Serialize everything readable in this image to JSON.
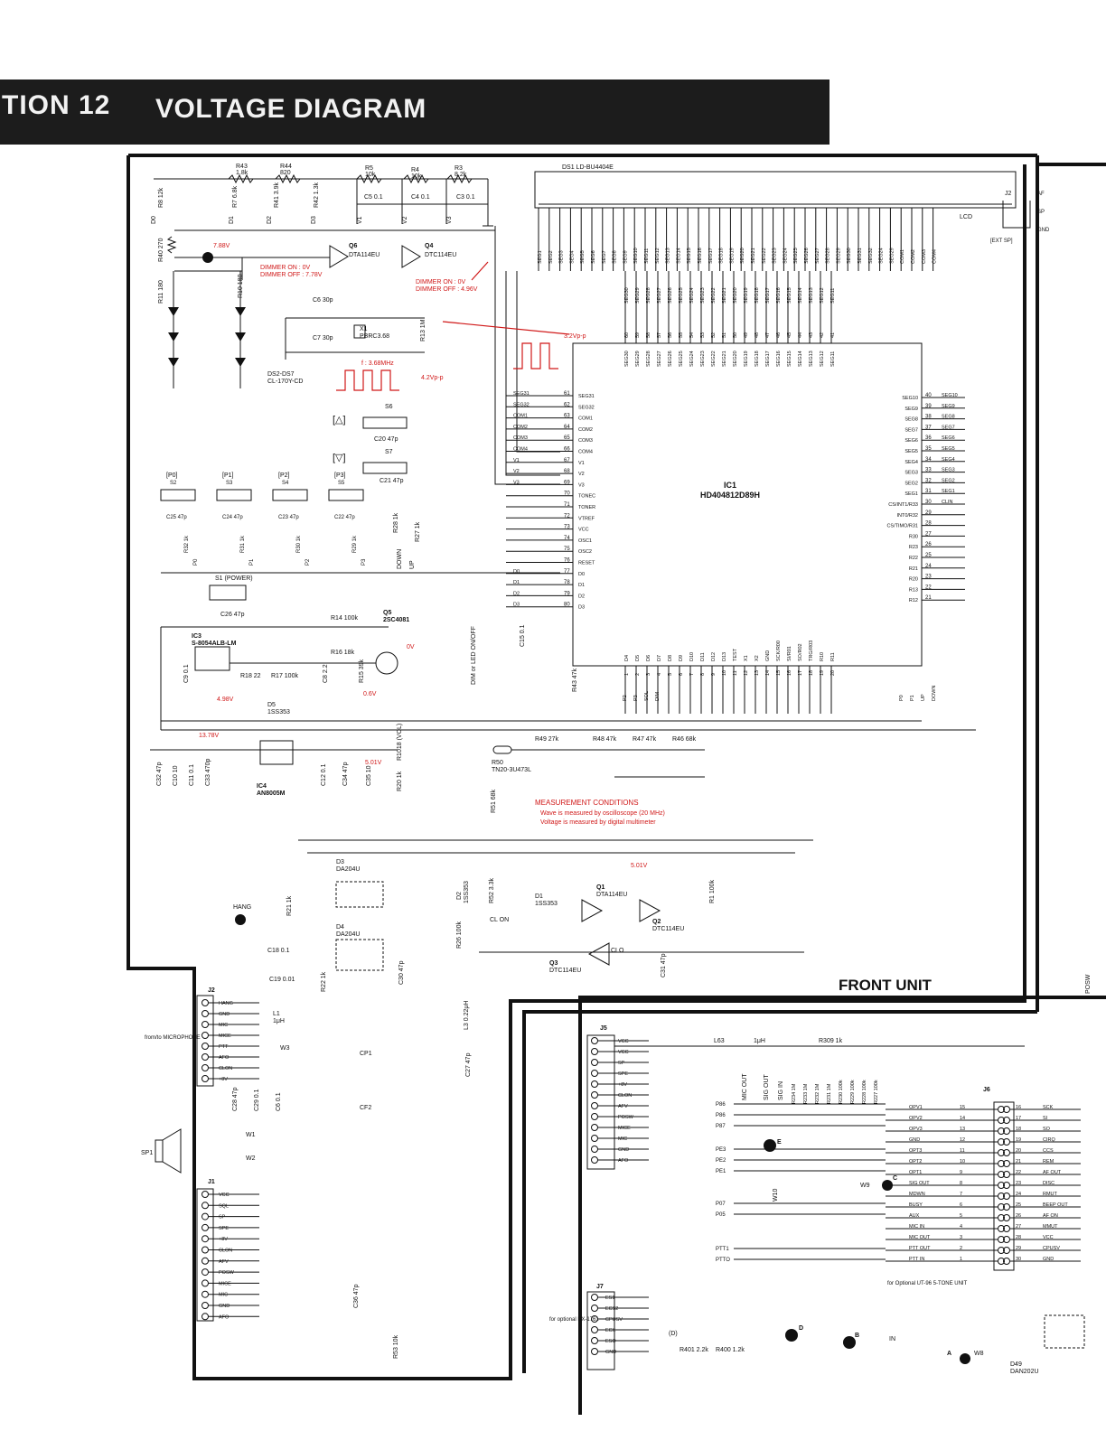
{
  "header": {
    "section": "TION  12",
    "title": "VOLTAGE DIAGRAM"
  },
  "units": {
    "front": "FRONT UNIT"
  },
  "ics": {
    "ic1_ref": "IC1",
    "ic1_part": "HD404812D89H",
    "ic3_ref": "IC3",
    "ic3_part": "S-8054ALB-LM",
    "ic4_ref": "IC4",
    "ic4_part": "AN8005M",
    "ds1": "DS1  LD-BU4404E",
    "lcd": "LCD"
  },
  "transistors": {
    "q1": "Q1",
    "q1_part": "DTA114EU",
    "q2": "Q2",
    "q2_part": "DTC114EU",
    "q3": "Q3",
    "q3_part": "DTC114EU",
    "q4": "Q4",
    "q4_part": "DTC114EU",
    "q5": "Q5",
    "q5_part": "2SC4081",
    "q6": "Q6",
    "q6_part": "DTA114EU"
  },
  "resistors_top": [
    {
      "ref": "R43",
      "val": "1.8k"
    },
    {
      "ref": "R44",
      "val": "820"
    },
    {
      "ref": "R5",
      "val": "10k"
    },
    {
      "ref": "R4",
      "val": "10k"
    },
    {
      "ref": "R3",
      "val": "8.2k"
    }
  ],
  "caps_top": [
    "C5 0.1",
    "C4 0.1",
    "C3 0.1"
  ],
  "top_nets": [
    "D0",
    "D1",
    "D2",
    "D3",
    "V1",
    "V2",
    "V3"
  ],
  "top_resistors_vertical": [
    "R8 12k",
    "R7 6.8k",
    "R41 3.9k",
    "R42 1.3k"
  ],
  "annotations": {
    "v_788": "7.88V",
    "dimmer_q6_on": "DIMMER ON : 0V",
    "dimmer_q6_off": "DIMMER OFF : 7.78V",
    "dimmer_q4_on": "DIMMER ON : 0V",
    "dimmer_q4_off": "DIMMER OFF : 4.96V",
    "freq": "f : 3.68MHz",
    "vpp_osc": "4.2Vp-p",
    "vpp_lcd": "3.2Vp-p",
    "v_q5": "0V",
    "v_ic3": "4.98V",
    "v_06": "0.6V",
    "v_1378": "13.78V",
    "v_501a": "5.01V",
    "v_501b": "5.01V"
  },
  "measurement": {
    "title": "MEASUREMENT CONDITIONS",
    "line1": "Wave is measured by oscilloscope (20 MHz)",
    "line2": "Voltage is measured by digital multimeter"
  },
  "oscillator": {
    "x1": "X1",
    "x1_part": "PBRC3.68",
    "c6": "C6 30p",
    "c7": "C7 30p",
    "r13": "R13 1M"
  },
  "leds": {
    "group": "DS2-DS7",
    "part": "CL-170Y-CD",
    "r11": "R11 180",
    "r10": "R10 180",
    "r40": "R40 270"
  },
  "keys": {
    "up_sym": "[△]",
    "down_sym": "[▽]",
    "s6": "S6",
    "s7": "S7",
    "c20": "C20 47p",
    "c21": "C21 47p",
    "p_labels": [
      "[P0]",
      "[P1]",
      "[P2]",
      "[P3]"
    ],
    "s_labels": [
      "S2",
      "S3",
      "S4",
      "S5"
    ],
    "c_labels": [
      "C25 47p",
      "C24 47p",
      "C23 47p",
      "C22 47p"
    ],
    "r_labels": [
      "R32 1k",
      "R31 1k",
      "R30 1k",
      "R29 1k"
    ],
    "nets": [
      "P0",
      "P1",
      "P2",
      "P3"
    ],
    "r28": "R28 1k",
    "r27": "R27 1k",
    "down": "DOWN",
    "up": "UP",
    "power": "S1 (POWER)",
    "c26": "C26 47p"
  },
  "ic1_pins_left": [
    {
      "n": "61",
      "name": "SEG31",
      "net": "SEG31"
    },
    {
      "n": "62",
      "name": "SEG32",
      "net": "SEG32"
    },
    {
      "n": "63",
      "name": "COM1",
      "net": "COM1"
    },
    {
      "n": "64",
      "name": "COM2",
      "net": "COM2"
    },
    {
      "n": "65",
      "name": "COM3",
      "net": "COM3"
    },
    {
      "n": "66",
      "name": "COM4",
      "net": "COM4"
    },
    {
      "n": "67",
      "name": "V1",
      "net": "V1"
    },
    {
      "n": "68",
      "name": "V2",
      "net": "V2"
    },
    {
      "n": "69",
      "name": "V3",
      "net": "V3"
    },
    {
      "n": "70",
      "name": "TONEC",
      "net": ""
    },
    {
      "n": "71",
      "name": "TONER",
      "net": ""
    },
    {
      "n": "72",
      "name": "VTREF",
      "net": ""
    },
    {
      "n": "73",
      "name": "VCC",
      "net": ""
    },
    {
      "n": "74",
      "name": "OSC1",
      "net": ""
    },
    {
      "n": "75",
      "name": "OSC2",
      "net": ""
    },
    {
      "n": "76",
      "name": "RESET",
      "net": ""
    },
    {
      "n": "77",
      "name": "D0",
      "net": "D0"
    },
    {
      "n": "78",
      "name": "D1",
      "net": "D1"
    },
    {
      "n": "79",
      "name": "D2",
      "net": "D2"
    },
    {
      "n": "80",
      "name": "D3",
      "net": "D3"
    }
  ],
  "ic1_pins_right": [
    {
      "n": "40",
      "name": "SEG10",
      "net": "SEG10"
    },
    {
      "n": "39",
      "name": "SEG9",
      "net": "SEG9"
    },
    {
      "n": "38",
      "name": "SEG8",
      "net": "SEG8"
    },
    {
      "n": "37",
      "name": "SEG7",
      "net": "SEG7"
    },
    {
      "n": "36",
      "name": "SEG6",
      "net": "SEG6"
    },
    {
      "n": "35",
      "name": "SEG5",
      "net": "SEG5"
    },
    {
      "n": "34",
      "name": "SEG4",
      "net": "SEG4"
    },
    {
      "n": "33",
      "name": "SEG3",
      "net": "SEG3"
    },
    {
      "n": "32",
      "name": "SEG2",
      "net": "SEG2"
    },
    {
      "n": "31",
      "name": "SEG1",
      "net": "SEG1"
    },
    {
      "n": "30",
      "name": "CS/INT1/R33",
      "net": "CLIN"
    },
    {
      "n": "29",
      "name": "INT0/R32",
      "net": ""
    },
    {
      "n": "28",
      "name": "CS/TIMO/R31",
      "net": ""
    },
    {
      "n": "27",
      "name": "R30",
      "net": ""
    },
    {
      "n": "26",
      "name": "R23",
      "net": ""
    },
    {
      "n": "25",
      "name": "R22",
      "net": ""
    },
    {
      "n": "24",
      "name": "R21",
      "net": ""
    },
    {
      "n": "23",
      "name": "R20",
      "net": ""
    },
    {
      "n": "22",
      "name": "R13",
      "net": ""
    },
    {
      "n": "21",
      "name": "R12",
      "net": ""
    }
  ],
  "ic1_pins_top": [
    {
      "n": "60",
      "name": "SEG30"
    },
    {
      "n": "59",
      "name": "SEG29"
    },
    {
      "n": "58",
      "name": "SEG28"
    },
    {
      "n": "57",
      "name": "SEG27"
    },
    {
      "n": "56",
      "name": "SEG26"
    },
    {
      "n": "55",
      "name": "SEG25"
    },
    {
      "n": "54",
      "name": "SEG24"
    },
    {
      "n": "53",
      "name": "SEG23"
    },
    {
      "n": "52",
      "name": "SEG22"
    },
    {
      "n": "51",
      "name": "SEG21"
    },
    {
      "n": "50",
      "name": "SEG20"
    },
    {
      "n": "49",
      "name": "SEG19"
    },
    {
      "n": "48",
      "name": "SEG18"
    },
    {
      "n": "47",
      "name": "SEG17"
    },
    {
      "n": "46",
      "name": "SEG16"
    },
    {
      "n": "45",
      "name": "SEG15"
    },
    {
      "n": "44",
      "name": "SEG14"
    },
    {
      "n": "43",
      "name": "SEG13"
    },
    {
      "n": "42",
      "name": "SEG12"
    },
    {
      "n": "41",
      "name": "SEG11"
    }
  ],
  "ic1_pins_bottom": [
    {
      "n": "1",
      "name": "D4"
    },
    {
      "n": "2",
      "name": "D5"
    },
    {
      "n": "3",
      "name": "D6"
    },
    {
      "n": "4",
      "name": "D7"
    },
    {
      "n": "5",
      "name": "D8"
    },
    {
      "n": "6",
      "name": "D9"
    },
    {
      "n": "7",
      "name": "D10"
    },
    {
      "n": "8",
      "name": "D11"
    },
    {
      "n": "9",
      "name": "D12"
    },
    {
      "n": "10",
      "name": "D13"
    },
    {
      "n": "11",
      "name": "TEST"
    },
    {
      "n": "12",
      "name": "X1"
    },
    {
      "n": "13",
      "name": "X2"
    },
    {
      "n": "14",
      "name": "GND"
    },
    {
      "n": "15",
      "name": "SCK/R00"
    },
    {
      "n": "16",
      "name": "SI/R01"
    },
    {
      "n": "17",
      "name": "SO/R02"
    },
    {
      "n": "18",
      "name": "TRG/R03"
    },
    {
      "n": "19",
      "name": "R10"
    },
    {
      "n": "20",
      "name": "R11"
    }
  ],
  "bottom_nets": [
    "P2",
    "P3",
    "SOL",
    "DIM",
    "P0",
    "P1",
    "UP",
    "DOWN"
  ],
  "lcd_segments": [
    "SEG1",
    "SEG2",
    "SEG3",
    "SEG4",
    "SEG5",
    "SEG6",
    "SEG7",
    "SEG8",
    "SEG9",
    "SEG10",
    "SEG11",
    "SEG12",
    "SEG13",
    "SEG14",
    "SEG15",
    "SEG16",
    "SEG17",
    "SEG18",
    "SEG19",
    "SEG20",
    "SEG21",
    "SEG22",
    "SEG23",
    "SEG24",
    "SEG25",
    "SEG26",
    "SEG27",
    "SEG28",
    "SEG29",
    "SEG30",
    "SEG31",
    "SEG32",
    "SEG24",
    "SEG29",
    "COM1",
    "COM2",
    "COM3",
    "COM4"
  ],
  "power": {
    "r14": "R14 100k",
    "r16": "R16 18k",
    "r18": "R18 22",
    "r17": "R17 100k",
    "c9": "C9 0.1",
    "c8": "C8 2.2",
    "r15": "R15 39k",
    "d5": "D5",
    "d5_part": "1SS353",
    "c15": "C15 0.1",
    "r43b": "R43 47k",
    "dim": "DIM or LED ON/OFF"
  },
  "regulator": {
    "c32": "C32 47p",
    "c10": "C10 10",
    "c11": "C11 0.1",
    "c33": "C33 470p",
    "c12": "C12 0.1",
    "c34": "C34 47p",
    "c35": "C35 10",
    "r20": "R20 1k",
    "r1018": "R1018 (VOL)"
  },
  "thermistor": {
    "r50": "R50",
    "r50_part": "TN20-3U473L",
    "r49": "R49 27k",
    "r48": "R48 47k",
    "r47": "R47 47k",
    "r46": "R46 68k",
    "r51": "R51 68k"
  },
  "lower_front": {
    "d3": "D3",
    "d3_part": "DA204U",
    "d4": "D4",
    "d4_part": "DA204U",
    "hang": "HANG",
    "r21": "R21 1k",
    "r22": "R22 1k",
    "c18": "C18 0.1",
    "c19": "C19 0.01",
    "c30": "C30 47p",
    "d2": "D2",
    "d2_part": "1SS353",
    "r26": "R26 100k",
    "r52": "R52 3.3k",
    "d1": "D1",
    "d1_part": "1SS353",
    "cl_on": "CL ON",
    "clo": "CLO",
    "r1b": "R1 100k",
    "c31": "C31 47p",
    "l1": "L1",
    "l1_val": "1μH",
    "w3": "W3",
    "cp1": "CP1",
    "cf2": "CF2",
    "c28": "C28 47p",
    "c29": "C29 0.1",
    "c6b": "C6 0.1",
    "w1": "W1",
    "w2": "W2",
    "sp1": "SP1",
    "c36": "C36 47p",
    "r53": "R53 10k",
    "l3": "L3 0.22μH",
    "c27": "C27 47p",
    "microphone": "from/to MICROPHONE"
  },
  "j2": {
    "ref": "J2",
    "pins": [
      "HANG",
      "GND",
      "MIC",
      "MICE",
      "PTT",
      "AFO",
      "CLON",
      "+8V"
    ]
  },
  "j1": {
    "ref": "J1",
    "pins": [
      "VCC",
      "SQL",
      "SP",
      "SPE",
      "+8V",
      "CLON",
      "AFV",
      "POSW",
      "MICE",
      "MIC",
      "GND",
      "AFO"
    ]
  },
  "j5": {
    "ref": "J5",
    "pins": [
      "VCC",
      "VCC",
      "SP",
      "SPE",
      "+8V",
      "CLON",
      "AFV",
      "POSW",
      "MICE",
      "MIC",
      "GND",
      "AFO"
    ]
  },
  "j7": {
    "ref": "J7",
    "pins": [
      "ES1",
      "ECS2",
      "CPUSV",
      "ECK",
      "ESO",
      "GND"
    ],
    "note": "for optional EX-1761"
  },
  "j6": {
    "ref": "J6",
    "left_pins": [
      {
        "name": "OPV1",
        "n": "15"
      },
      {
        "name": "OPV2",
        "n": "14"
      },
      {
        "name": "OPV3",
        "n": "13"
      },
      {
        "name": "GND",
        "n": "12"
      },
      {
        "name": "OPT3",
        "n": "11"
      },
      {
        "name": "OPT2",
        "n": "10"
      },
      {
        "name": "OPT1",
        "n": "9"
      },
      {
        "name": "SIG OUT",
        "n": "8"
      },
      {
        "name": "MDWN",
        "n": "7"
      },
      {
        "name": "BUSY",
        "n": "6"
      },
      {
        "name": "AUX",
        "n": "5"
      },
      {
        "name": "MIC IN",
        "n": "4"
      },
      {
        "name": "MIC OUT",
        "n": "3"
      },
      {
        "name": "PTT OUT",
        "n": "2"
      },
      {
        "name": "PTT IN",
        "n": "1"
      }
    ],
    "right_pins": [
      {
        "n": "16",
        "name": "SCK"
      },
      {
        "n": "17",
        "name": "SI"
      },
      {
        "n": "18",
        "name": "SO"
      },
      {
        "n": "19",
        "name": "CIRQ"
      },
      {
        "n": "20",
        "name": "CCS"
      },
      {
        "n": "21",
        "name": "REM"
      },
      {
        "n": "22",
        "name": "AF OUT"
      },
      {
        "n": "23",
        "name": "DISC"
      },
      {
        "n": "24",
        "name": "RMUT"
      },
      {
        "n": "25",
        "name": "BEEP OUT"
      },
      {
        "n": "26",
        "name": "AF ON"
      },
      {
        "n": "27",
        "name": "MMUT"
      },
      {
        "n": "28",
        "name": "VCC"
      },
      {
        "n": "29",
        "name": "CPUSV"
      },
      {
        "n": "30",
        "name": "GND"
      }
    ],
    "note": "for Optional UT-96 5-TONE UNIT"
  },
  "main_unit": {
    "l63": "L63",
    "l63_val": "1μH",
    "r309": "R309 1k",
    "ports": [
      "P86",
      "P86",
      "P87",
      "PE3",
      "PE2",
      "PE1",
      "P07",
      "P05",
      "PTT1",
      "PTTO"
    ],
    "mic_out": "MIC OUT",
    "sig_out": "SIG OUT",
    "sig_in": "SIG IN",
    "res": [
      "R234 1M",
      "R233 1M",
      "R232 1M",
      "R231 1M",
      "R230 100k",
      "R229 100k",
      "R228 100k",
      "R227 100k"
    ],
    "w10": "W10",
    "w9": "W9",
    "w8": "W8",
    "r401": "R401 2.2k",
    "r400": "R400 1.2k",
    "d_net": "(D)",
    "in_net": "IN",
    "d49": "D49",
    "d49_part": "DAN202U",
    "posw": "POSW"
  },
  "j2_ext": {
    "ref": "J2",
    "af": "AF",
    "sp": "SP",
    "gnd": "GND",
    "label": "[EXT SP]"
  },
  "nodes": [
    "A",
    "B",
    "C",
    "D",
    "E"
  ]
}
